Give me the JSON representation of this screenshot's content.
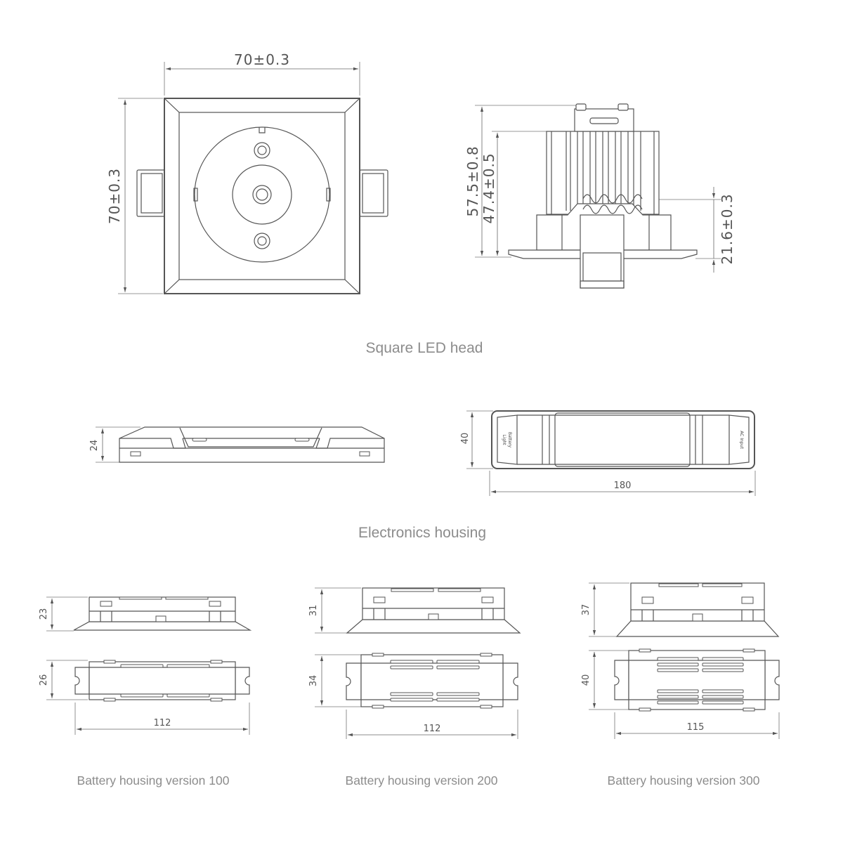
{
  "square_led_head": {
    "caption": "Square LED head",
    "width_dim": "70±0.3",
    "height_dim": "70±0.3",
    "side_total_height": "57.5±0.8",
    "side_body_height": "47.4±0.5",
    "side_spring_height": "21.6±0.3"
  },
  "electronics_housing": {
    "caption": "Electronics housing",
    "height": "24",
    "width": "40",
    "length": "180",
    "labels": {
      "light": "Light",
      "battery": "Battery",
      "ac_input": "AC Input"
    }
  },
  "battery_housings": [
    {
      "caption": "Battery housing version 100",
      "height": "23",
      "width": "26",
      "length": "112"
    },
    {
      "caption": "Battery housing version 200",
      "height": "31",
      "width": "34",
      "length": "112"
    },
    {
      "caption": "Battery housing version 300",
      "height": "37",
      "width": "40",
      "length": "115"
    }
  ]
}
